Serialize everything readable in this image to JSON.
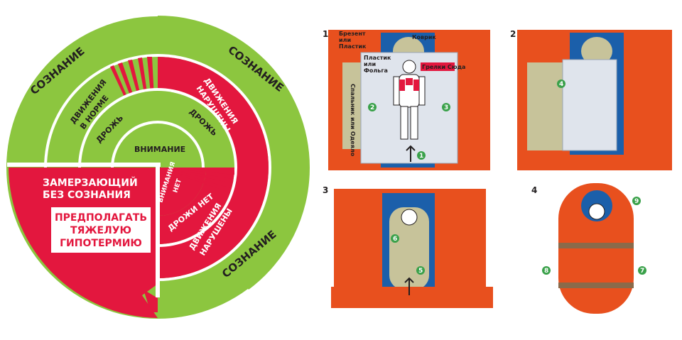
{
  "circle": {
    "soznanie_top_left": "СОЗНАНИЕ",
    "soznanie_top_right": "СОЗНАНИЕ",
    "soznanie_bottom": "СОЗНАНИЕ",
    "dvizheniya_v_norme_1": "ДВИЖЕНИЯ",
    "dvizheniya_v_norme_2": "В НОРМЕ",
    "drozh_left": "ДРОЖЬ",
    "drozh_right": "ДРОЖЬ",
    "dvizheniya_narusheny_top_1": "ДВИЖЕНИЯ",
    "dvizheniya_narusheny_top_2": "НАРУШЕНЫ",
    "vnimanie": "ВНИМАНИЕ",
    "vnimaniya_net_1": "ВНИМАНИЯ",
    "vnimaniya_net_2": "НЕТ",
    "drozhi_net": "ДРОЖИ НЕТ",
    "dvizheniya_narusheny_bottom_1": "ДВИЖЕНИЯ",
    "dvizheniya_narusheny_bottom_2": "НАРУШЕНЫ",
    "zamerzayushchiy_1": "ЗАМЕРЗАЮЩИЙ",
    "zamerzayushchiy_2": "БЕЗ СОЗНАНИЯ",
    "box_line_1": "ПРЕДПОЛАГАТЬ",
    "box_line_2": "ТЯЖЕЛУЮ",
    "box_line_3": "ГИПОТЕРМИЮ"
  },
  "panels": {
    "p1_num": "1",
    "p2_num": "2",
    "p3_num": "3",
    "p4_num": "4",
    "brezent_1": "Брезент",
    "brezent_2": "или",
    "brezent_3": "Пластик",
    "kovrik": "Коврик",
    "plastik_1": "Пластик",
    "plastik_2": "или",
    "plastik_3": "Фольга",
    "grelki": "Грелки Сюда",
    "spalnik": "Спальник или Одеяло",
    "steps": [
      "1",
      "2",
      "3",
      "4",
      "5",
      "6",
      "7",
      "8",
      "9"
    ]
  },
  "colors": {
    "green": "#8cc63f",
    "red": "#e3173e",
    "orange": "#e8501e",
    "blue": "#1b5faa",
    "khaki": "#c7c39a"
  }
}
